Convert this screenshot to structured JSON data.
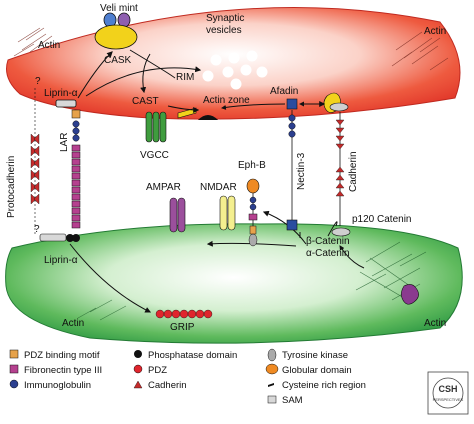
{
  "labels": {
    "veli_mint": "Veli mint",
    "cask": "CASK",
    "synaptic_vesicles_1": "Synaptic",
    "synaptic_vesicles_2": "vesicles",
    "actin_top_left": "Actin",
    "actin_top_right": "Actin",
    "actin_bottom_left": "Actin",
    "actin_bottom_right": "Actin",
    "rim": "RIM",
    "liprin_top": "Liprin-α",
    "liprin_bottom": "Liprin-α",
    "cast": "CAST",
    "actin_zone": "Actin zone",
    "afadin": "Afadin",
    "lar": "LAR",
    "protocadherin": "Protocadherin",
    "cadherin": "Cadherin",
    "nectin": "Nectin-3",
    "vgcc": "VGCC",
    "ephb": "Eph-B",
    "ampar": "AMPAR",
    "nmdar": "NMDAR",
    "p120": "p120 Catenin",
    "beta_catenin": "β-Catenin",
    "alpha_catenin": "α-Catenin",
    "grip": "GRIP",
    "question_top": "?",
    "question_bottom": "?"
  },
  "legend": {
    "pdz_binding": "PDZ binding motif",
    "fibronectin": "Fibronectin type III",
    "immunoglobulin": "Immunoglobulin",
    "phosphatase": "Phosphatase domain",
    "pdz": "PDZ",
    "cadherin": "Cadherin",
    "tyrosine_kinase": "Tyrosine kinase",
    "globular": "Globular domain",
    "cysteine": "Cysteine rich region",
    "sam": "SAM"
  },
  "logo": {
    "line1": "CSH",
    "line2": "PERSPECTIVES"
  },
  "colors": {
    "presynaptic": "#e2392b",
    "postsynaptic": "#2fa24a",
    "cask": "#f2d21b",
    "vgcc": "#3f9d3e",
    "ampar": "#9b4f9c",
    "nmdar": "#f4ef8f",
    "grip": "#e0252d",
    "nectin": "#2a4ca0",
    "cadherin": "#b0273a"
  }
}
